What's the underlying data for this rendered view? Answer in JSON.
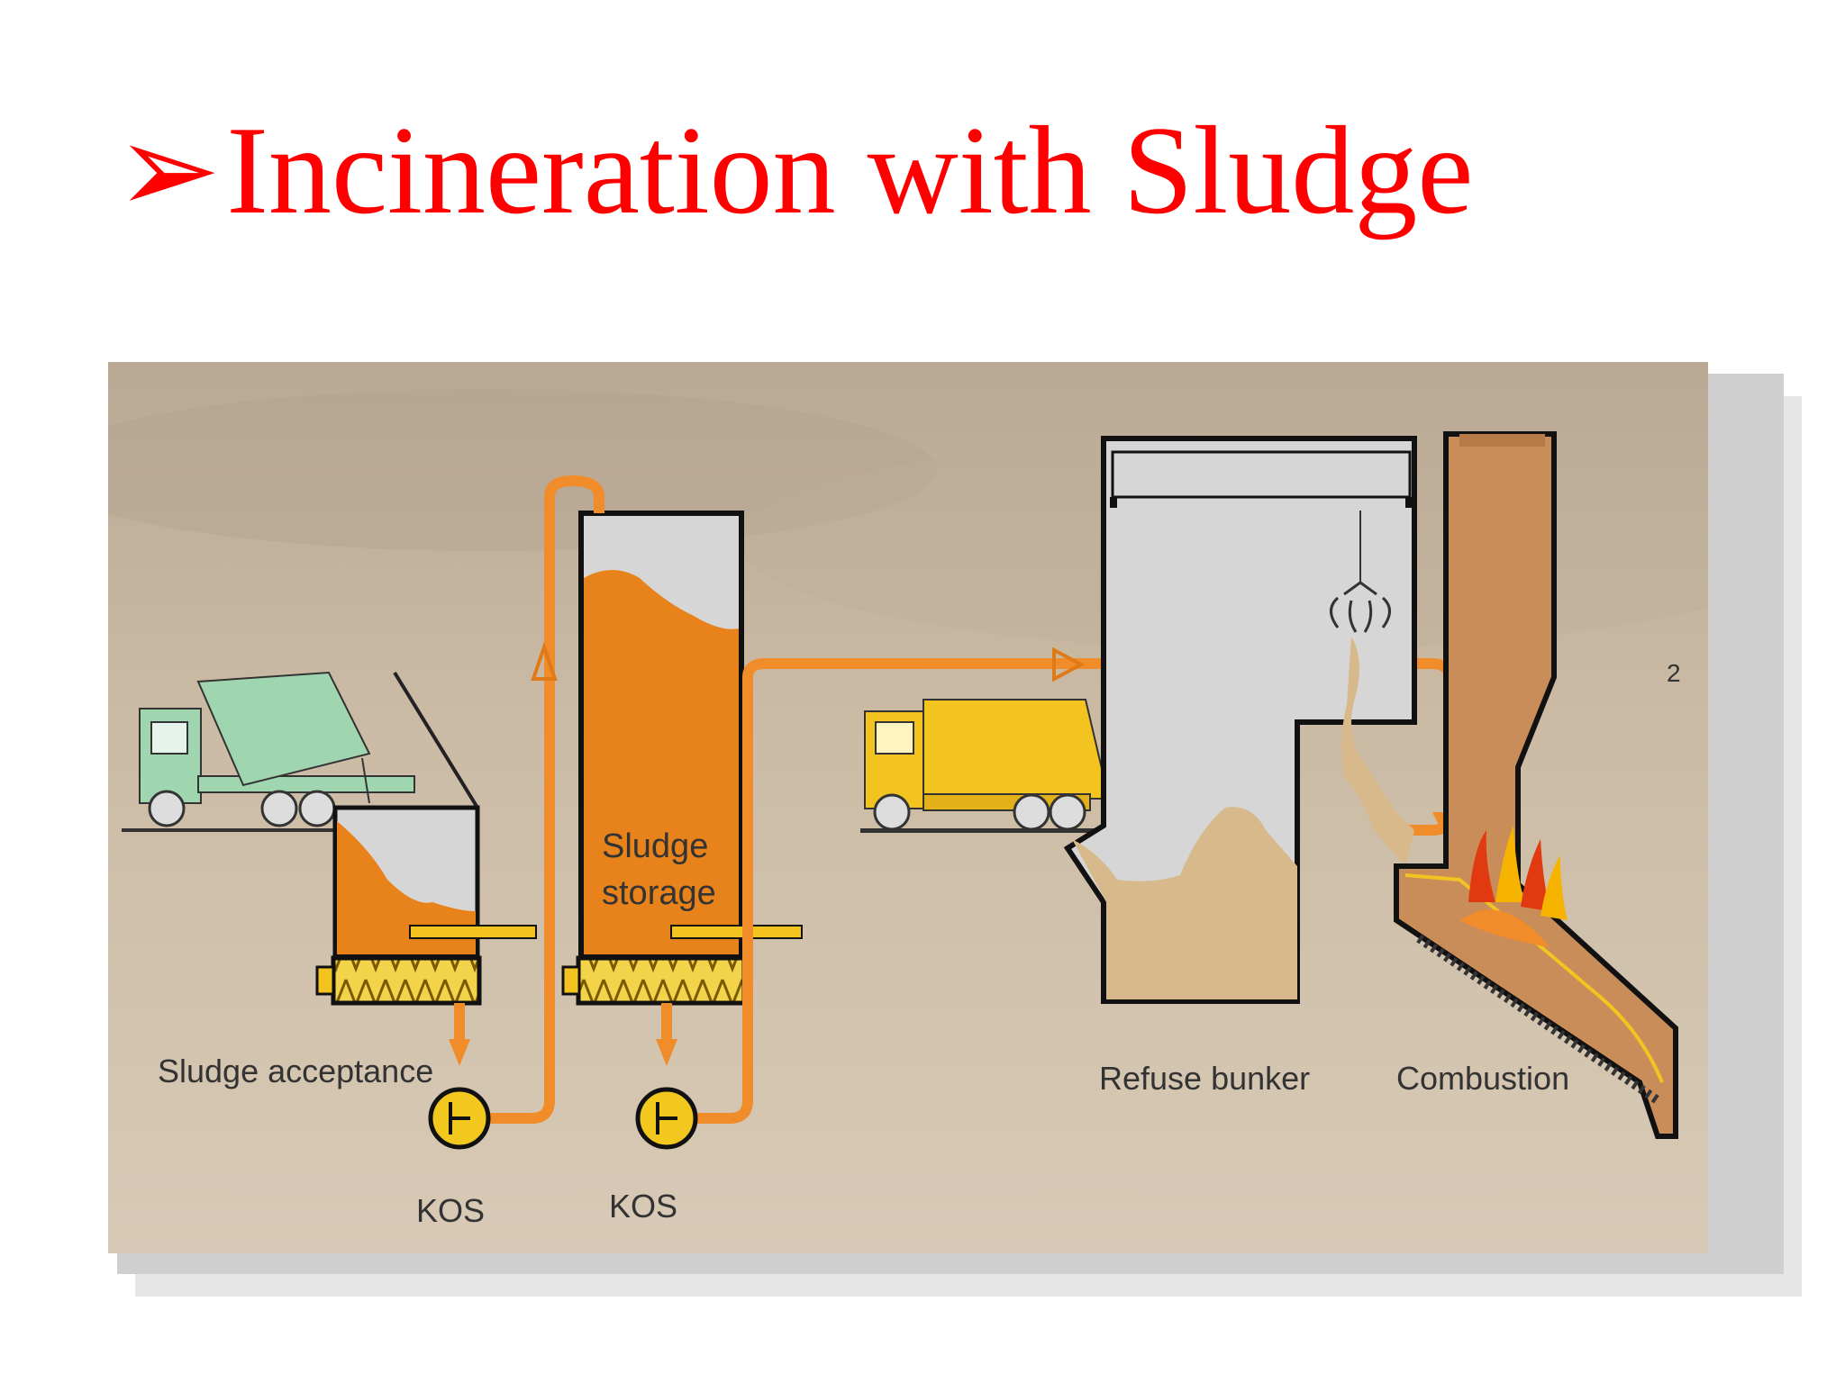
{
  "slide": {
    "title_marker": "➢",
    "title": "Incineration with Sludge"
  },
  "diagram": {
    "labels": {
      "sludge_acceptance": "Sludge acceptance",
      "sludge_storage_line1": "Sludge",
      "sludge_storage_line2": "storage",
      "pump1": "KOS",
      "pump2": "KOS",
      "refuse_bunker": "Refuse bunker",
      "combustion": "Combustion",
      "page_number": "2"
    },
    "colors": {
      "sludge": "#e8821a",
      "pipe": "#f08c2a",
      "pump": "#f2c81e",
      "truck_green": "#9fd6b0",
      "truck_yellow": "#f3c41f",
      "bunker": "#d6d6d6",
      "refuse": "#d8b98c",
      "chimney": "#c98d5a",
      "ground": "#c9b7a0"
    }
  }
}
